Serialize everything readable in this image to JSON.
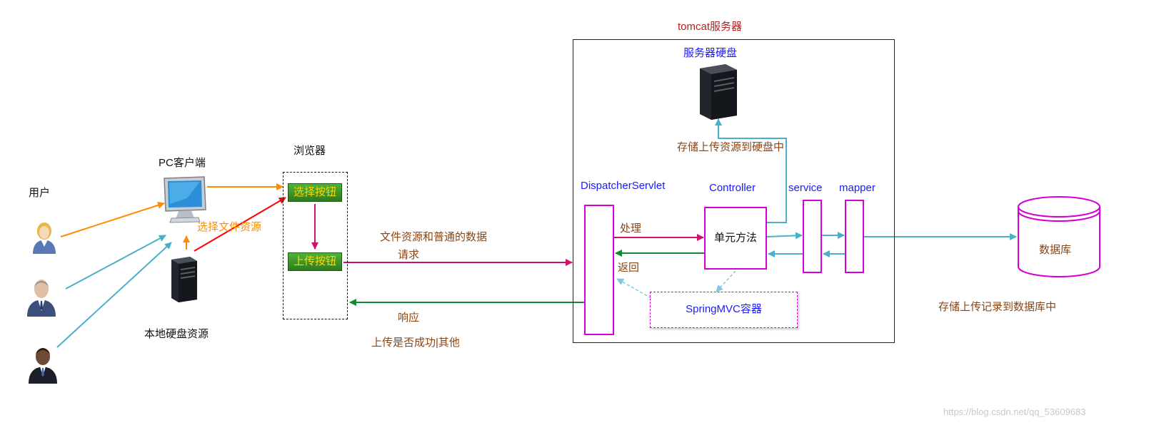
{
  "labels": {
    "user": "用户",
    "pc_client": "PC客户端",
    "local_disk": "本地硬盘资源",
    "select_file": "选择文件资源",
    "browser": "浏览器",
    "select_button": "选择按钮",
    "upload_button": "上传按钮",
    "file_and_data": "文件资源和普通的数据",
    "request": "请求",
    "response": "响应",
    "upload_result": "上传是否成功|其他",
    "tomcat": "tomcat服务器",
    "server_disk": "服务器硬盘",
    "store_to_disk": "存储上传资源到硬盘中",
    "dispatcher": "DispatcherServlet",
    "controller": "Controller",
    "service": "service",
    "mapper": "mapper",
    "handle": "处理",
    "return": "返回",
    "unit_method": "单元方法",
    "springmvc": "SpringMVC容器",
    "database": "数据库",
    "store_to_db": "存储上传记录到数据库中",
    "watermark": "https://blog.csdn.net/qq_53609683"
  },
  "icons": {
    "user_female": "user-female-icon",
    "user_male": "user-male-icon",
    "user_business": "user-business-icon",
    "monitor": "monitor-icon",
    "server_tower": "server-tower-icon",
    "database": "database-cylinder-icon"
  },
  "colors": {
    "orange_arrow": "#ff8c00",
    "red_arrow": "#ff0000",
    "blue_arrow": "#4ab0c8",
    "magenta": "#d400d4",
    "crimson": "#d0106a",
    "green_arrow": "#128a30",
    "button_green": "#2d7a1f",
    "button_text": "#ffd700"
  }
}
